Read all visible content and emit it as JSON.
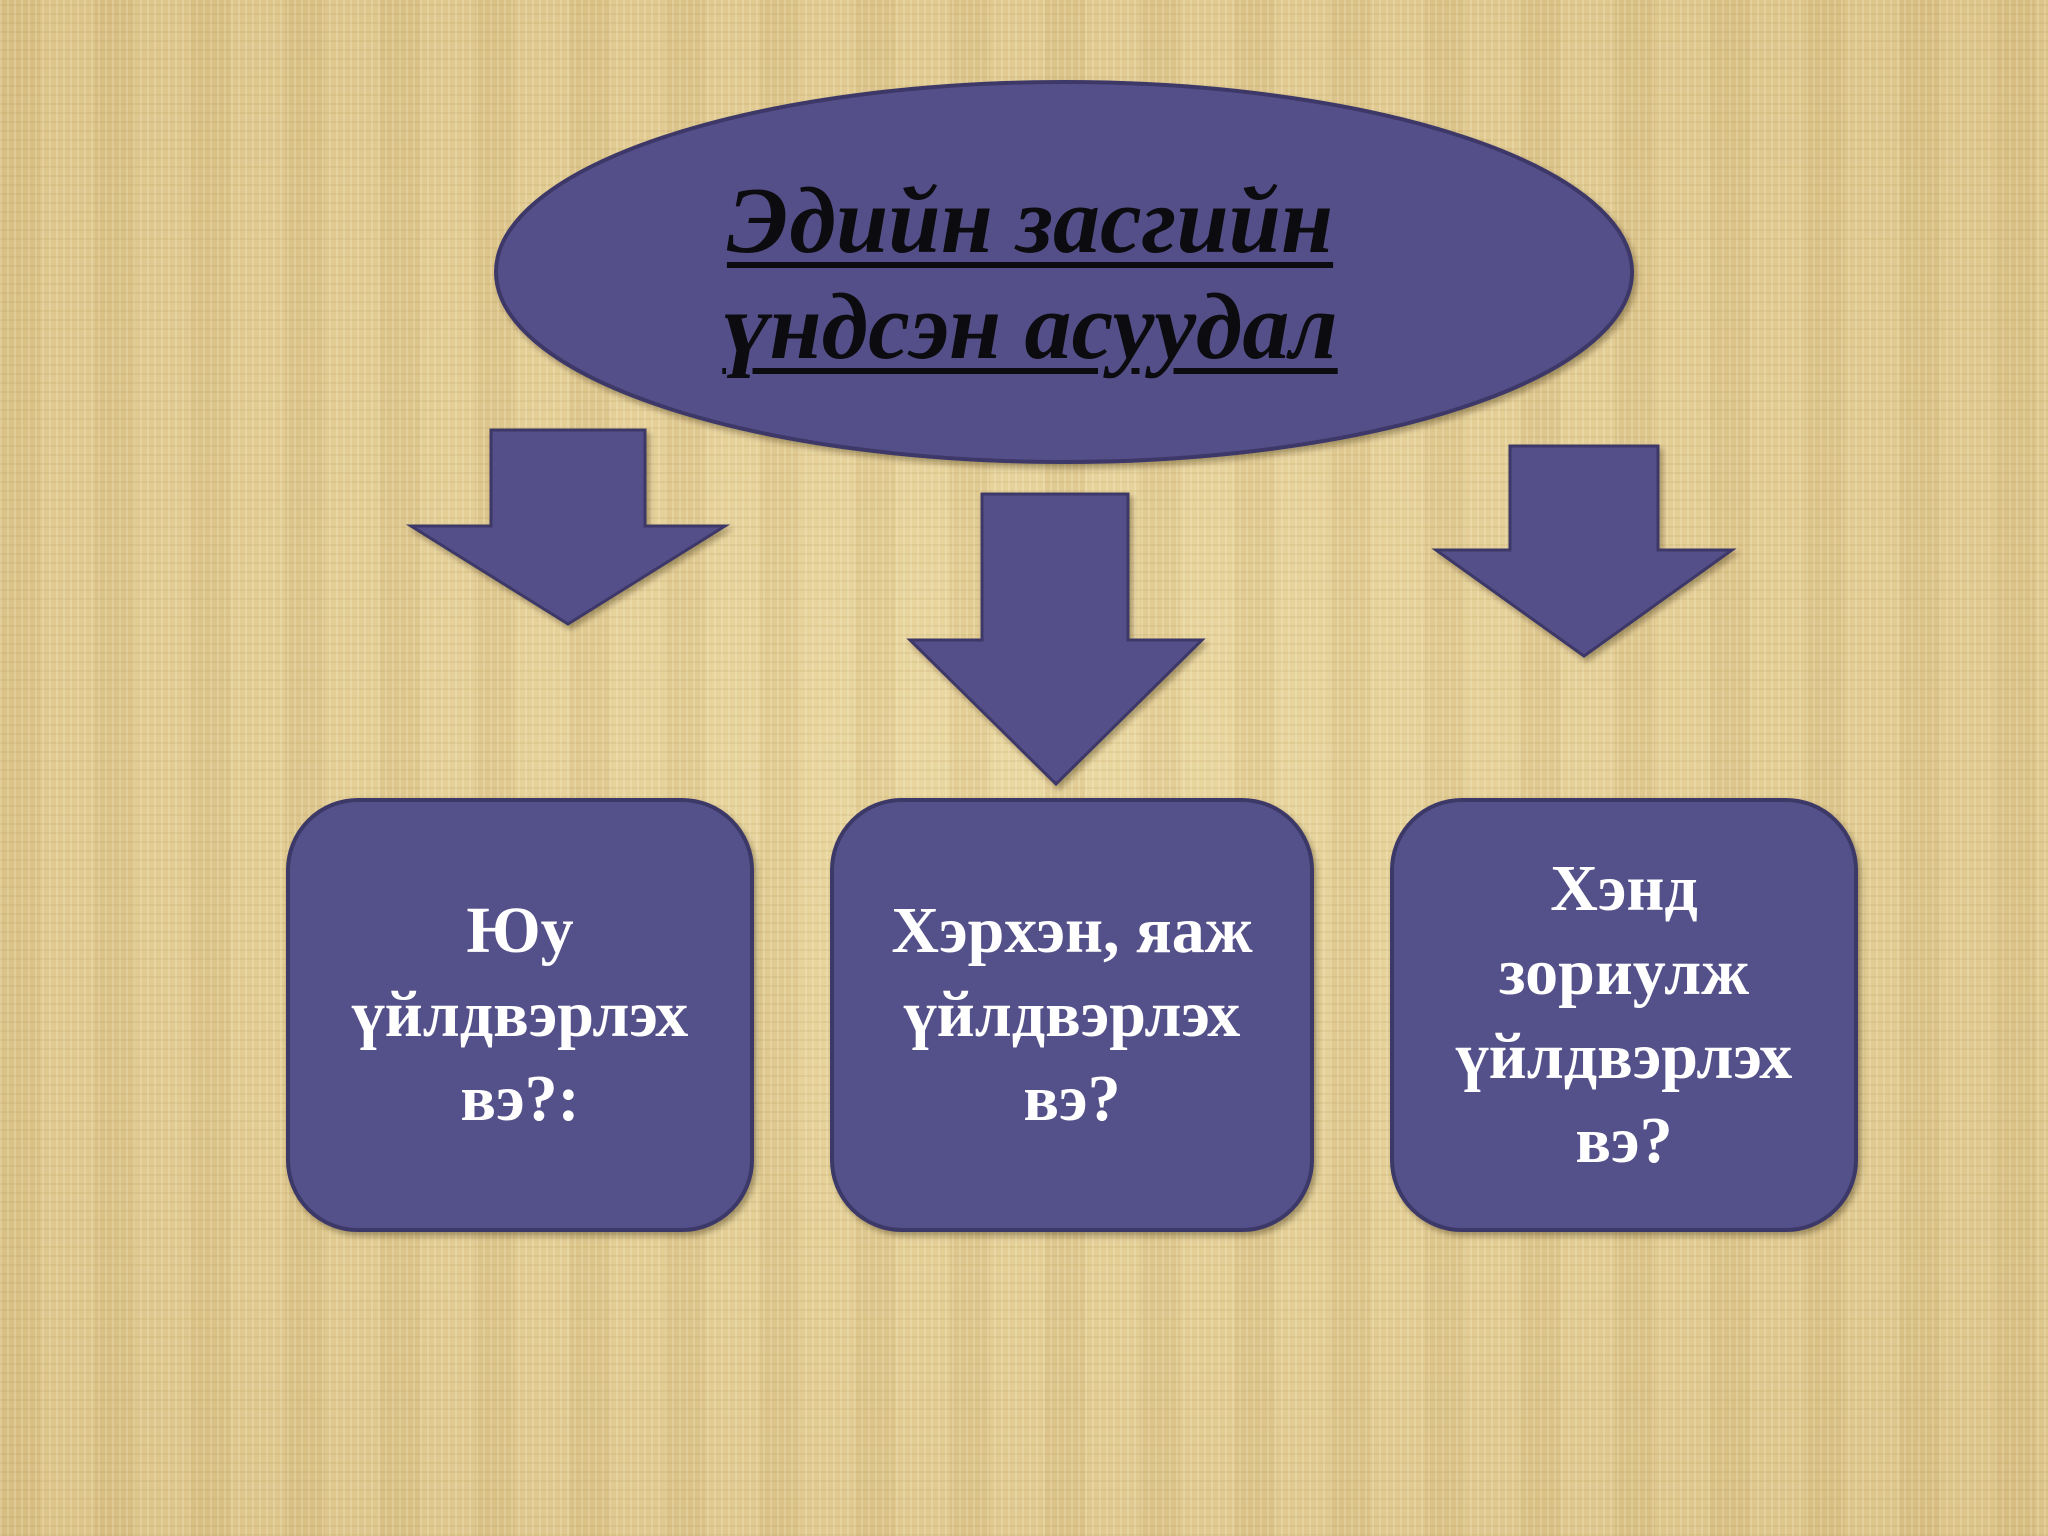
{
  "title": "Эдийн засгийн үндсэн асуудал",
  "colors": {
    "shape_fill": "#545089",
    "shape_stroke": "#3c3868",
    "title_text": "#0c0c10",
    "box_text": "#ffffff",
    "background": "#e2cd94"
  },
  "arrows": [
    "arrow-down",
    "arrow-down",
    "arrow-down"
  ],
  "boxes": [
    {
      "label": "Юу\nүйлдвэрлэх\nвэ?:"
    },
    {
      "label": "Хэрхэн, яаж\nүйлдвэрлэх\nвэ?"
    },
    {
      "label": "Хэнд\nзориулж\nүйлдвэрлэх\nвэ?"
    }
  ]
}
